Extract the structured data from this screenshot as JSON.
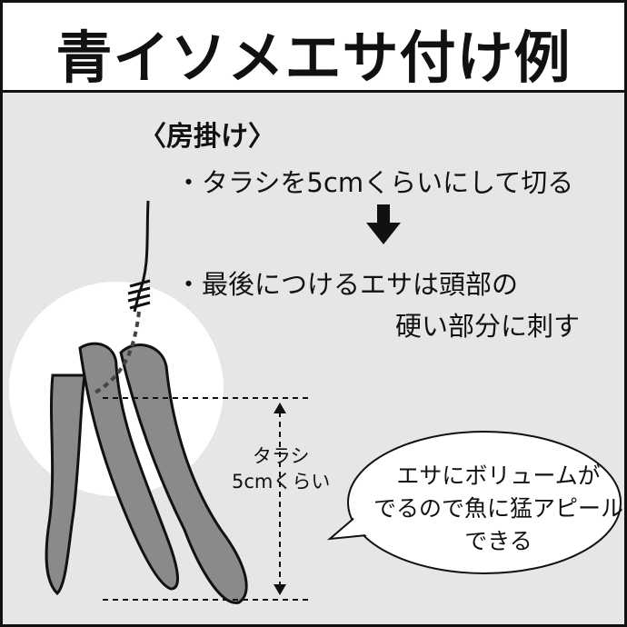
{
  "title": "青イソメエサ付け例",
  "method": "〈房掛け〉",
  "steps": [
    "・タラシを5cmくらいにして切る",
    "・最後につけるエサは頭部の",
    "硬い部分に刺す"
  ],
  "length_label": [
    "タラシ",
    "5cmくらい"
  ],
  "bubble": [
    "エサにボリュームが",
    "でるので魚に猛アピール",
    "できる"
  ],
  "colors": {
    "background": "#e6e6e6",
    "worm": "#8a8a8a",
    "line": "#111111"
  }
}
